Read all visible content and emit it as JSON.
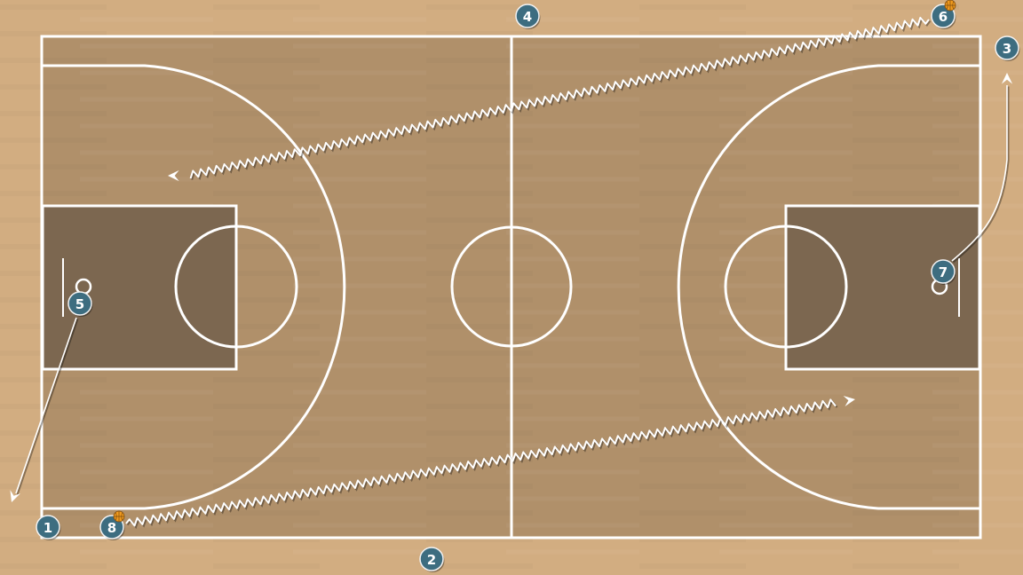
{
  "diagram": {
    "type": "basketball-play",
    "colors": {
      "floor": "#d2ad81",
      "court": "#b0906a",
      "paint": "#7c6750",
      "lines": "#ffffff",
      "player": "#3d6d80",
      "player_border": "#f2f2f2",
      "ball": "#f09a1e"
    },
    "players": [
      {
        "id": "p1",
        "label": "1"
      },
      {
        "id": "p2",
        "label": "2"
      },
      {
        "id": "p3",
        "label": "3"
      },
      {
        "id": "p4",
        "label": "4"
      },
      {
        "id": "p5",
        "label": "5"
      },
      {
        "id": "p6",
        "label": "6",
        "has_ball": true
      },
      {
        "id": "p7",
        "label": "7"
      },
      {
        "id": "p8",
        "label": "8",
        "has_ball": true
      }
    ],
    "actions": [
      {
        "id": "dribble-6",
        "kind": "dribble",
        "from": "p6"
      },
      {
        "id": "dribble-8",
        "kind": "dribble",
        "from": "p8"
      },
      {
        "id": "cut-5",
        "kind": "cut",
        "from": "p5"
      },
      {
        "id": "cut-7",
        "kind": "cut",
        "from": "p7"
      }
    ]
  }
}
